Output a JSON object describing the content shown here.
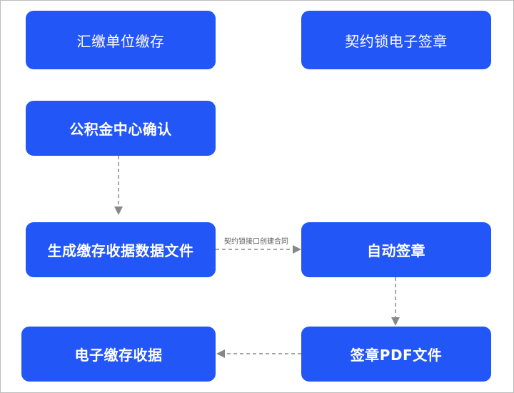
{
  "nodes": {
    "huijiao": "汇缴单位缴存",
    "qiyuesuo": "契约锁电子签章",
    "confirm": "公积金中心确认",
    "generate": "生成缴存收据数据文件",
    "auto_sign": "自动签章",
    "signed_pdf": "签章PDF文件",
    "receipt": "电子缴存收据"
  },
  "edges": {
    "generate_to_auto_sign_label": "契约锁接口创建合同"
  },
  "colors": {
    "node_fill": "#2356f6",
    "node_text": "#ffffff",
    "arrow": "#888888"
  }
}
